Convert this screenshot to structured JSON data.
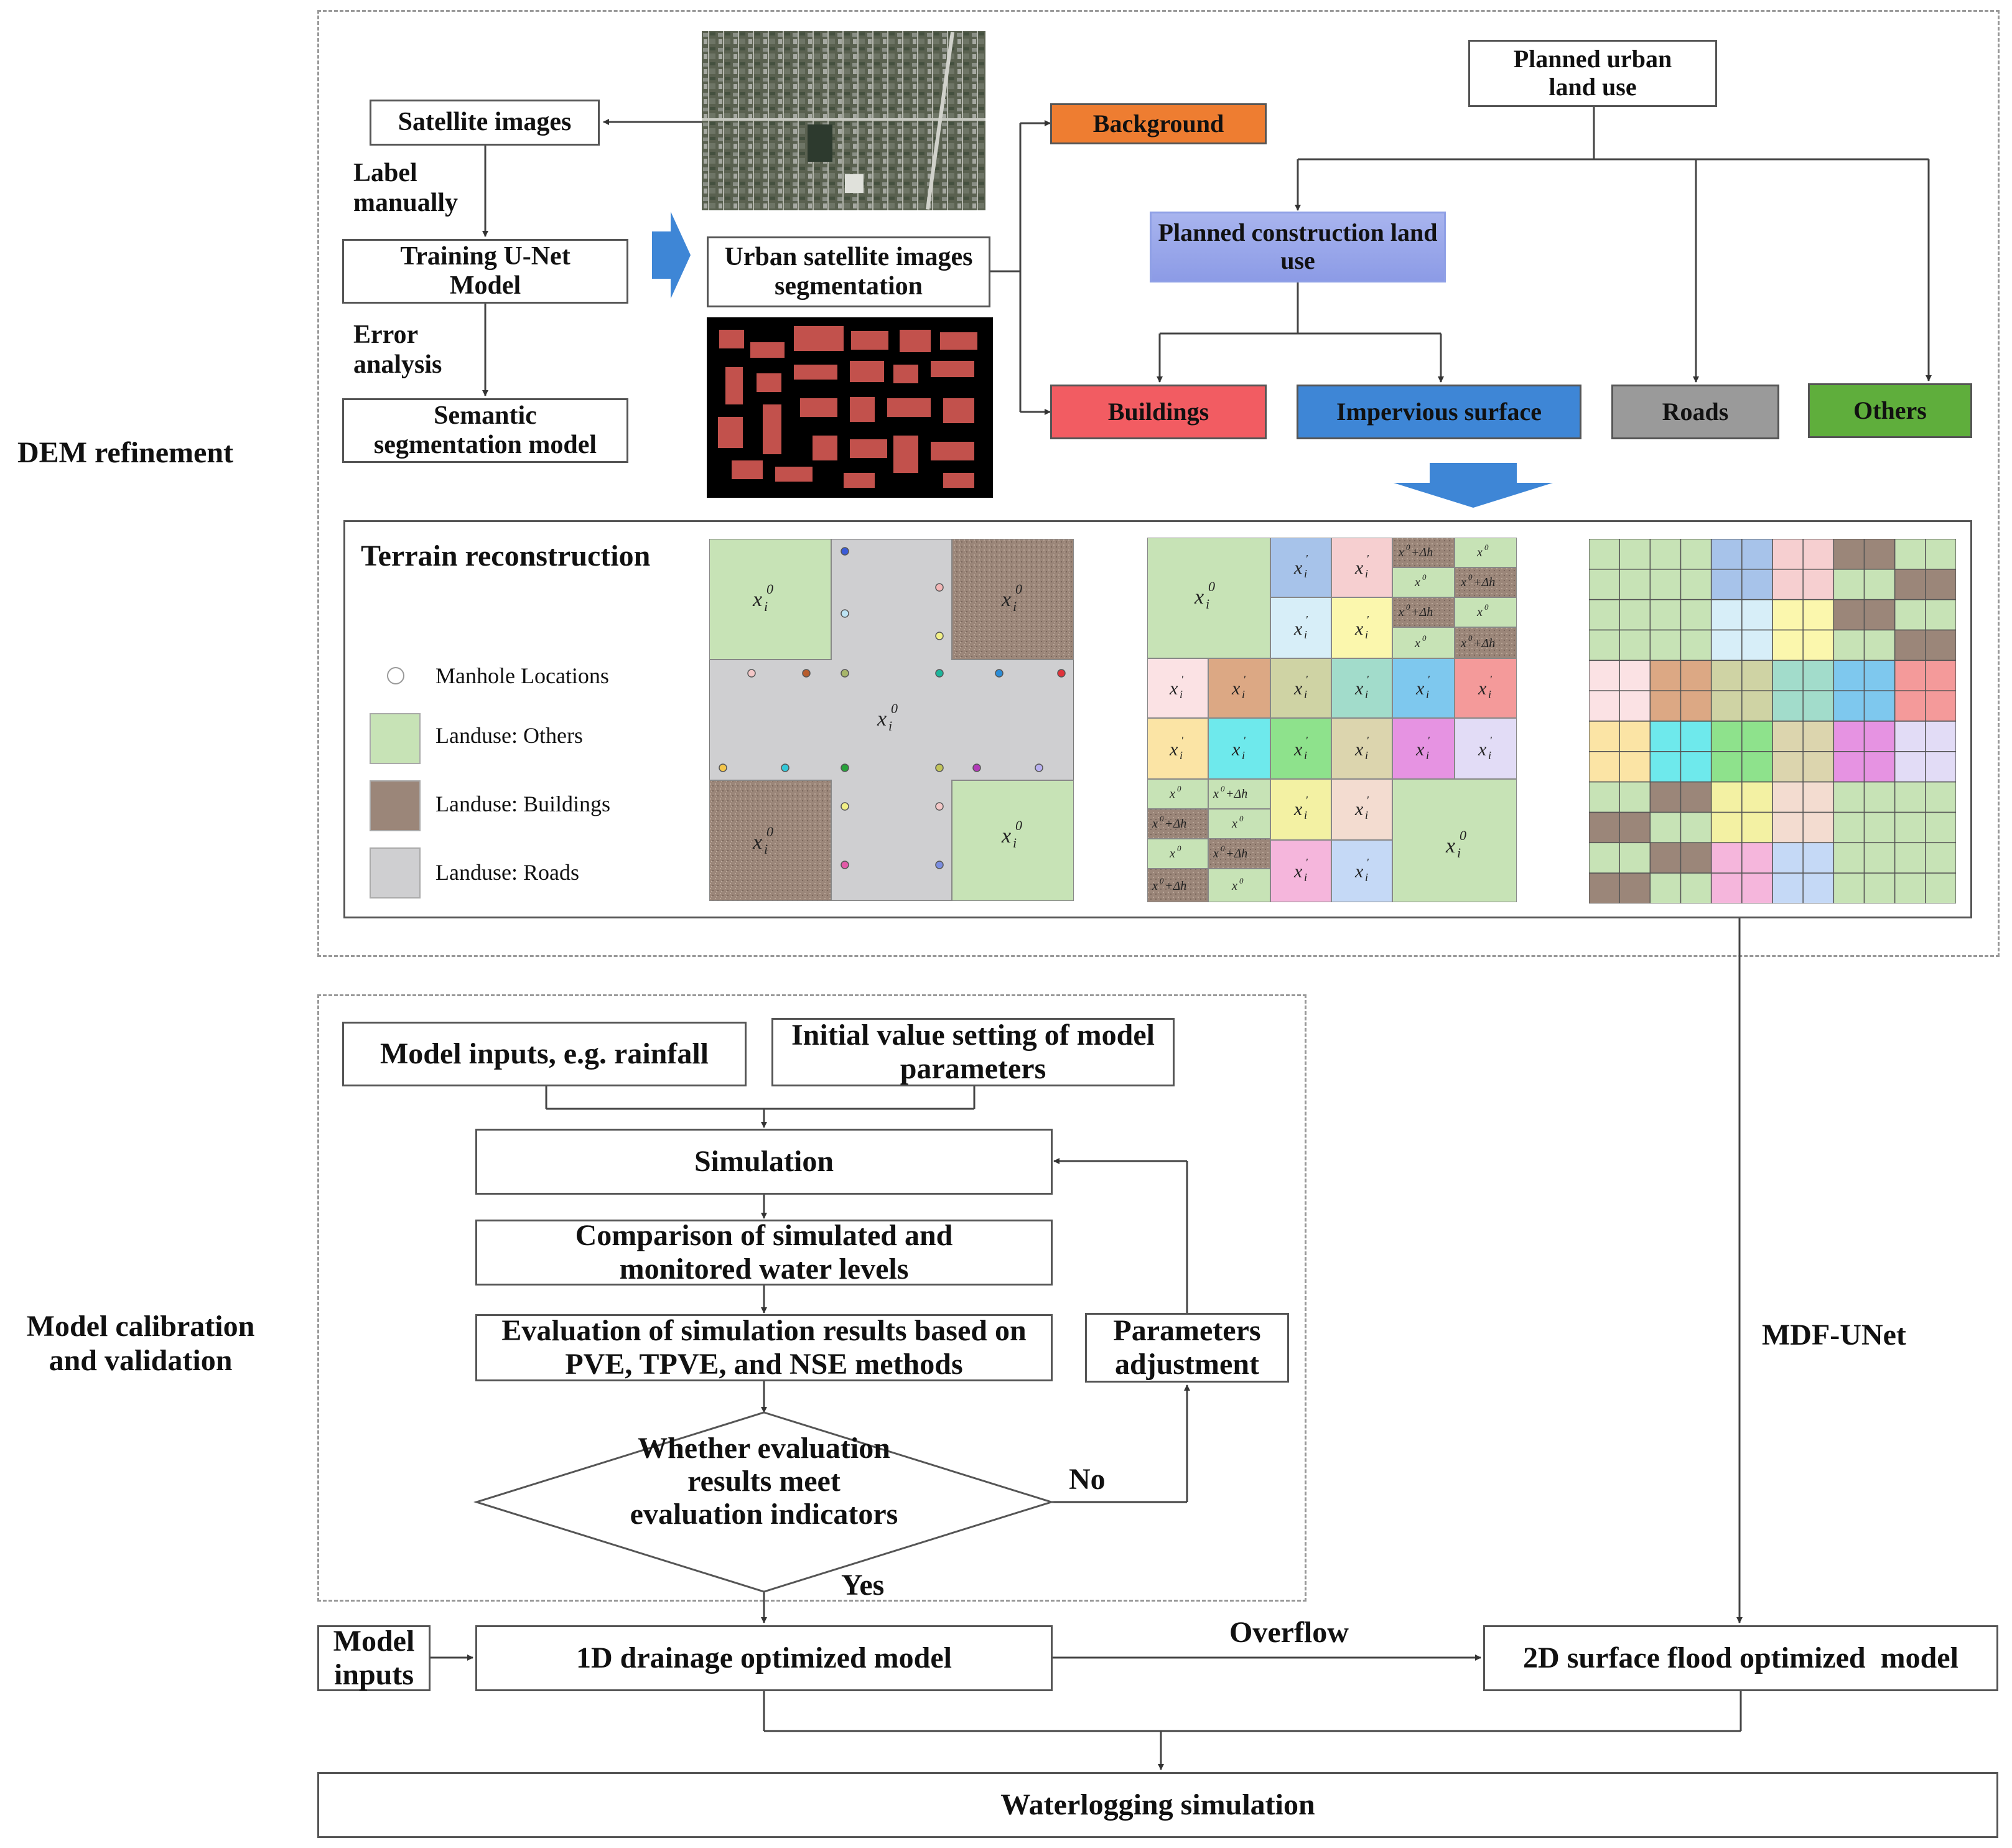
{
  "dem": {
    "section_label": "DEM refinement",
    "satellite_images": "Satellite images",
    "label_manually": "Label manually",
    "training_unet": "Training U-Net Model",
    "error_analysis": "Error analysis",
    "semantic_model": "Semantic segmentation model",
    "urban_segmentation": "Urban satellite images segmentation",
    "background": "Background",
    "buildings": "Buildings",
    "impervious": "Impervious surface",
    "roads": "Roads",
    "others": "Others",
    "planned_urban": "Planned urban land use",
    "planned_construction": "Planned construction land use"
  },
  "terrain": {
    "title": "Terrain reconstruction",
    "legend": [
      {
        "label": "Manhole Locations"
      },
      {
        "label": "Landuse: Others"
      },
      {
        "label": "Landuse: Buildings"
      },
      {
        "label": "Landuse: Roads"
      }
    ]
  },
  "calibration": {
    "section_label": "Model calibration and validation",
    "model_inputs_rainfall": "Model inputs, e.g. rainfall",
    "initial_value": "Initial value setting of model parameters",
    "simulation": "Simulation",
    "comparison": "Comparison of simulated and monitored water levels",
    "evaluation": "Evaluation of simulation results based on PVE, TPVE, and NSE methods",
    "parameters_adjustment": "Parameters adjustment",
    "decision": "Whether evaluation results meet evaluation indicators",
    "no": "No",
    "yes": "Yes"
  },
  "bottom": {
    "model_inputs": "Model inputs",
    "drainage_1d": "1D drainage optimized model",
    "overflow": "Overflow",
    "surface_2d": "2D surface flood optimized  model",
    "waterlogging": "Waterlogging simulation",
    "mdf_unet": "MDF-UNet"
  },
  "colors": {
    "background_box": "#ee7d31",
    "buildings_box": "#f25c62",
    "impervious_box": "#3e86d6",
    "roads_box": "#9a9a9a",
    "others_box": "#5fae3c",
    "planned_construction_box": "#a8b4ee",
    "landuse_others": "#c7e3b6",
    "landuse_roads": "#cfcfd1",
    "landuse_buildings": "#9b8679",
    "arrow_blue": "#3e86d6",
    "arrow_yellow": "#f5b400"
  }
}
